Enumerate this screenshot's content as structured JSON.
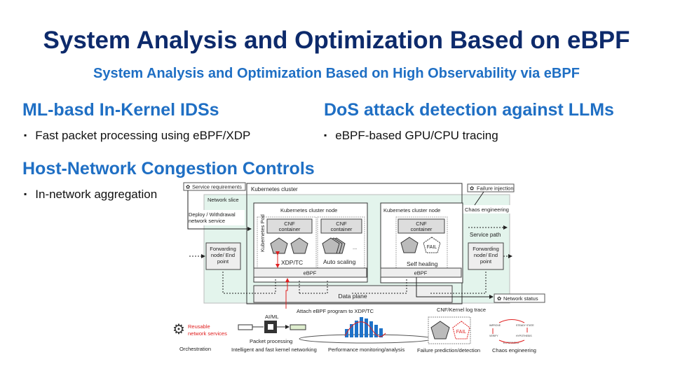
{
  "title": "System Analysis and Optimization Based on eBPF",
  "subtitle": "System Analysis and Optimization Based on High Observability via eBPF",
  "sections": [
    {
      "heading": "ML-basd In-Kernel IDSs",
      "bullet": "Fast packet processing using eBPF/XDP"
    },
    {
      "heading": "DoS attack detection against LLMs",
      "bullet": "eBPF-based GPU/CPU tracing"
    },
    {
      "heading": "Host-Network Congestion Controls",
      "bullet": "In-network aggregation"
    }
  ],
  "diagram": {
    "service_requirements": "Service requirements",
    "kubernetes_cluster": "Kubernetes cluster",
    "network_slice": "Network slice",
    "failure_injection": "Failure injection",
    "chaos_engineering": "Chaos engineering",
    "deploy_line1": "Deploy / Withdrawal",
    "deploy_line2": "network service",
    "cluster_node": "Kubernetes cluster node",
    "kubernetes_pod": "Kubernetes Pod",
    "cnf_line1": "CNF",
    "cnf_line2": "container",
    "xdp_tc": "XDP/TC",
    "auto_scaling": "Auto scaling",
    "ellipsis": "...",
    "fail": "FAIL",
    "self_healing": "Self healing",
    "ebpf": "eBPF",
    "service_path": "Service path",
    "fwd_line1": "Forwarding",
    "fwd_line2": "node/ End",
    "fwd_line3": "point",
    "data_plane": "Data plane",
    "network_status": "Network status",
    "attach_ebpf": "Attach eBPF program to XDP/TC",
    "log_trace": "CNF/Kernel log trace"
  },
  "legend": {
    "reusable_line1": "Reusable",
    "reusable_line2": "network services",
    "orchestration": "Orchestration",
    "aiml": "AI/ML",
    "packet_processing": "Packet processing",
    "kernel_networking": "Intelligent and fast kernel networking",
    "perf_monitoring": "Performance monitoring/analysis",
    "fail": "FAIL",
    "failure_prediction": "Failure prediction/detection",
    "chaos_improve": "IMPROVE",
    "chaos_steady": "STEADY STATE",
    "chaos_verify": "VERIFY",
    "chaos_hypothesis": "HYPOTHESIS",
    "chaos_experiment": "EXPERIMENT",
    "chaos_engineering": "Chaos engineering"
  },
  "colors": {
    "title": "#0d2a6b",
    "accent": "#1f6fc4",
    "slice": "#e3f4ec",
    "red": "#e02020"
  }
}
